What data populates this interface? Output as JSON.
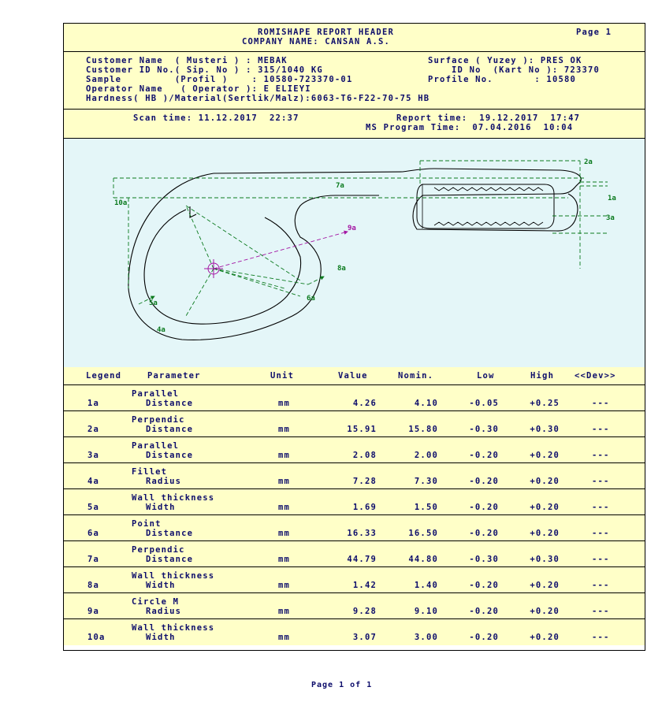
{
  "header": {
    "title": "ROMISHAPE REPORT HEADER",
    "company": "COMPANY NAME: CANSAN A.S.",
    "page": "Page 1"
  },
  "info": {
    "line1_left": "Customer Name  ( Musteri ) : MEBAK",
    "line1_right": "Surface ( Yuzey ): PRES OK",
    "line2_left": "Customer ID No.( Sip. No ) : 315/1040 KG",
    "line2_right": "ID No  (Kart No ): 723370",
    "line3_left": "Sample         (Profil )    : 10580-723370-01",
    "line3_right": "Profile No.       : 10580",
    "line4": "Operator Name   ( Operator ): E ELIEYI",
    "line5": "Hardness( HB )/Material(Sertlik/Malz):6063-T6-F22-70-75 HB"
  },
  "times": {
    "scan": "Scan time: 11.12.2017  22:37",
    "report": "Report time:  19.12.2017  17:47",
    "program": "MS Program Time:  07.04.2016  10:04"
  },
  "drawing_labels": {
    "l1a": "1a",
    "l2a": "2a",
    "l3a": "3a",
    "l4a": "4a",
    "l5a": "5a",
    "l6a": "6a",
    "l7a": "7a",
    "l8a": "8a",
    "l9a": "9a",
    "l10a": "10a"
  },
  "table": {
    "headers": [
      "Legend",
      "Parameter",
      "Unit",
      "Value",
      "Nomin.",
      "Low",
      "High",
      "<<Dev>>"
    ],
    "rows": [
      {
        "legend": "1a",
        "p1": "Parallel",
        "p2": "Distance",
        "unit": "mm",
        "value": "4.26",
        "nomin": "4.10",
        "low": "-0.05",
        "high": "+0.25",
        "dev": "---"
      },
      {
        "legend": "2a",
        "p1": "Perpendic",
        "p2": "Distance",
        "unit": "mm",
        "value": "15.91",
        "nomin": "15.80",
        "low": "-0.30",
        "high": "+0.30",
        "dev": "---"
      },
      {
        "legend": "3a",
        "p1": "Parallel",
        "p2": "Distance",
        "unit": "mm",
        "value": "2.08",
        "nomin": "2.00",
        "low": "-0.20",
        "high": "+0.20",
        "dev": "---"
      },
      {
        "legend": "4a",
        "p1": "Fillet",
        "p2": "Radius",
        "unit": "mm",
        "value": "7.28",
        "nomin": "7.30",
        "low": "-0.20",
        "high": "+0.20",
        "dev": "---"
      },
      {
        "legend": "5a",
        "p1": "Wall thickness",
        "p2": "Width",
        "unit": "mm",
        "value": "1.69",
        "nomin": "1.50",
        "low": "-0.20",
        "high": "+0.20",
        "dev": "---"
      },
      {
        "legend": "6a",
        "p1": "Point",
        "p2": "Distance",
        "unit": "mm",
        "value": "16.33",
        "nomin": "16.50",
        "low": "-0.20",
        "high": "+0.20",
        "dev": "---"
      },
      {
        "legend": "7a",
        "p1": "Perpendic",
        "p2": "Distance",
        "unit": "mm",
        "value": "44.79",
        "nomin": "44.80",
        "low": "-0.30",
        "high": "+0.30",
        "dev": "---"
      },
      {
        "legend": "8a",
        "p1": "Wall thickness",
        "p2": "Width",
        "unit": "mm",
        "value": "1.42",
        "nomin": "1.40",
        "low": "-0.20",
        "high": "+0.20",
        "dev": "---"
      },
      {
        "legend": "9a",
        "p1": "Circle M",
        "p2": "Radius",
        "unit": "mm",
        "value": "9.28",
        "nomin": "9.10",
        "low": "-0.20",
        "high": "+0.20",
        "dev": "---"
      },
      {
        "legend": "10a",
        "p1": "Wall thickness",
        "p2": "Width",
        "unit": "mm",
        "value": "3.07",
        "nomin": "3.00",
        "low": "-0.20",
        "high": "+0.20",
        "dev": "---"
      }
    ]
  },
  "footer": "Page 1 of 1",
  "colors": {
    "band": "#ffffc8",
    "drawing_bg": "#e4f6f8",
    "dim": "#0b7a1e",
    "radius": "#a316a3",
    "text": "#0d0d6b"
  }
}
